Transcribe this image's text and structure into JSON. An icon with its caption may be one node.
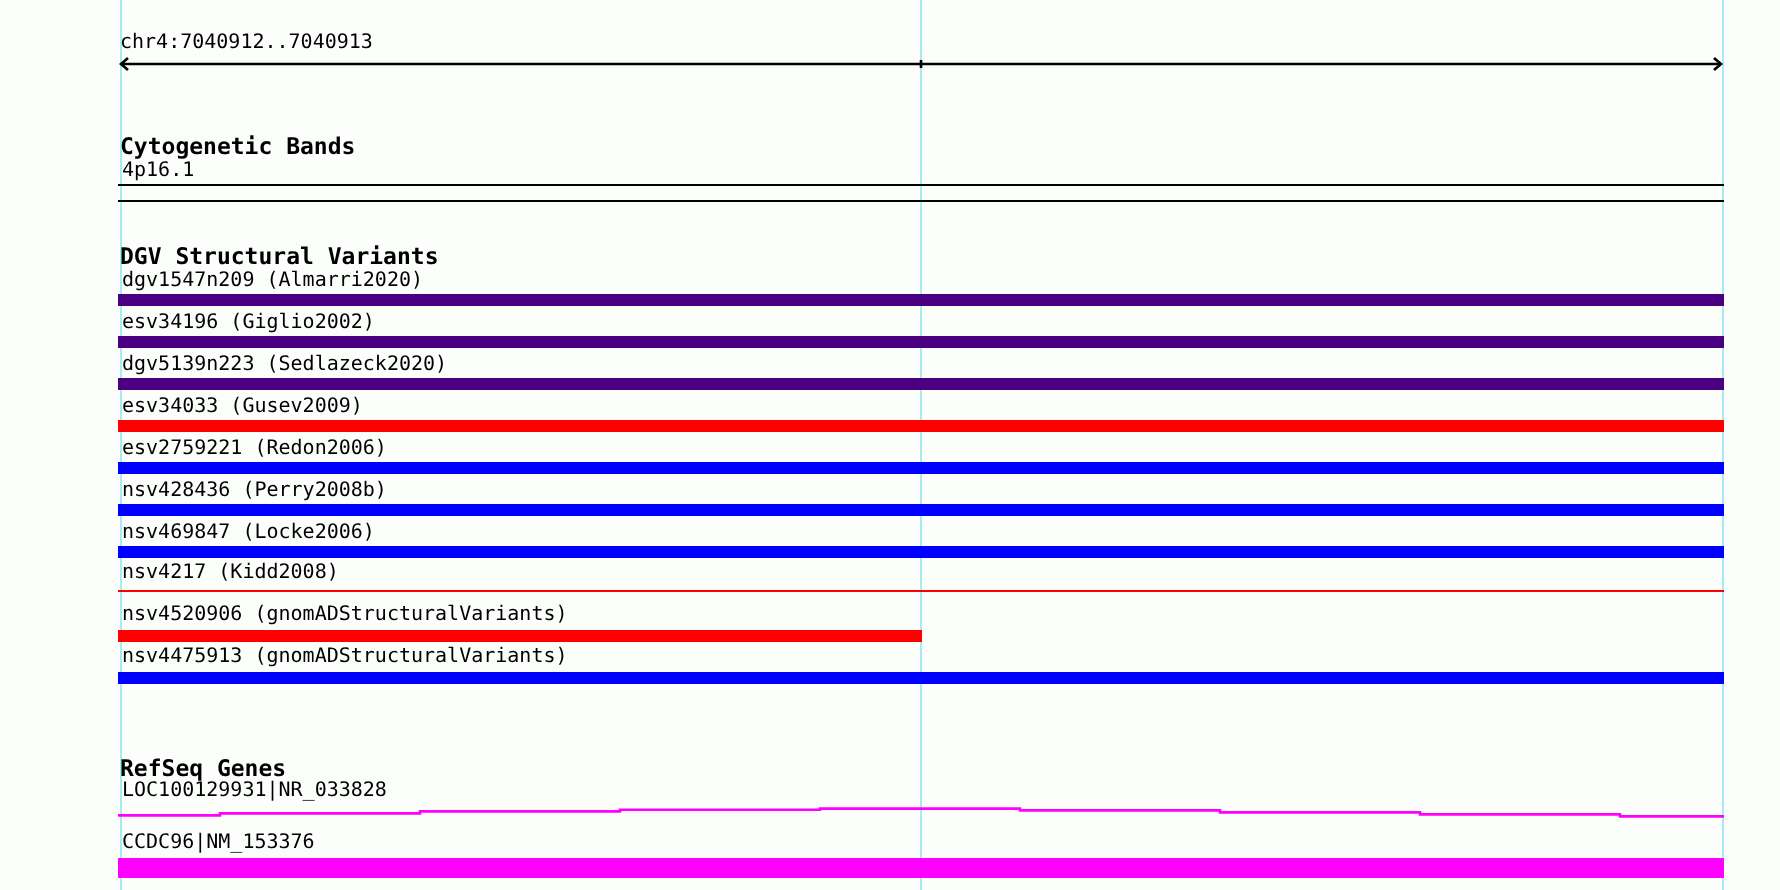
{
  "diagram": {
    "nodes": [
      {
        "text": [
          "4p16.1"
        ]
      },
      {
        "text": [
          "dgv1547n209 (Almarri2020)"
        ]
      },
      {
        "text": [
          "esv34196 (Giglio2002)"
        ]
      },
      {
        "text": [
          "dgv5139n223 (Sedlazeck2020)"
        ]
      },
      {
        "text": [
          "esv34033 (Gusev2009)"
        ]
      },
      {
        "text": [
          "esv2759221 (Redon2006)"
        ]
      },
      {
        "text": [
          "nsv428436 (Perry2008b)"
        ]
      },
      {
        "text": [
          "nsv469847 (Locke2006)"
        ]
      },
      {
        "text": [
          "nsv4217 (Kidd2008)"
        ]
      },
      {
        "text": [
          "nsv4520906 (gnomADStructuralVariants)"
        ]
      },
      {
        "text": [
          "nsv4475913 (gnomADStructuralVariants)"
        ]
      },
      {
        "text": [
          "LOC100129931|NR_033828"
        ]
      },
      {
        "text": [
          "CCDC96|NM_153376"
        ]
      }
    ],
    "labels": [
      "chr4:7040912..7040913",
      "Cytogenetic Bands",
      "DGV Structural Variants",
      "RefSeq Genes"
    ]
  }
}
